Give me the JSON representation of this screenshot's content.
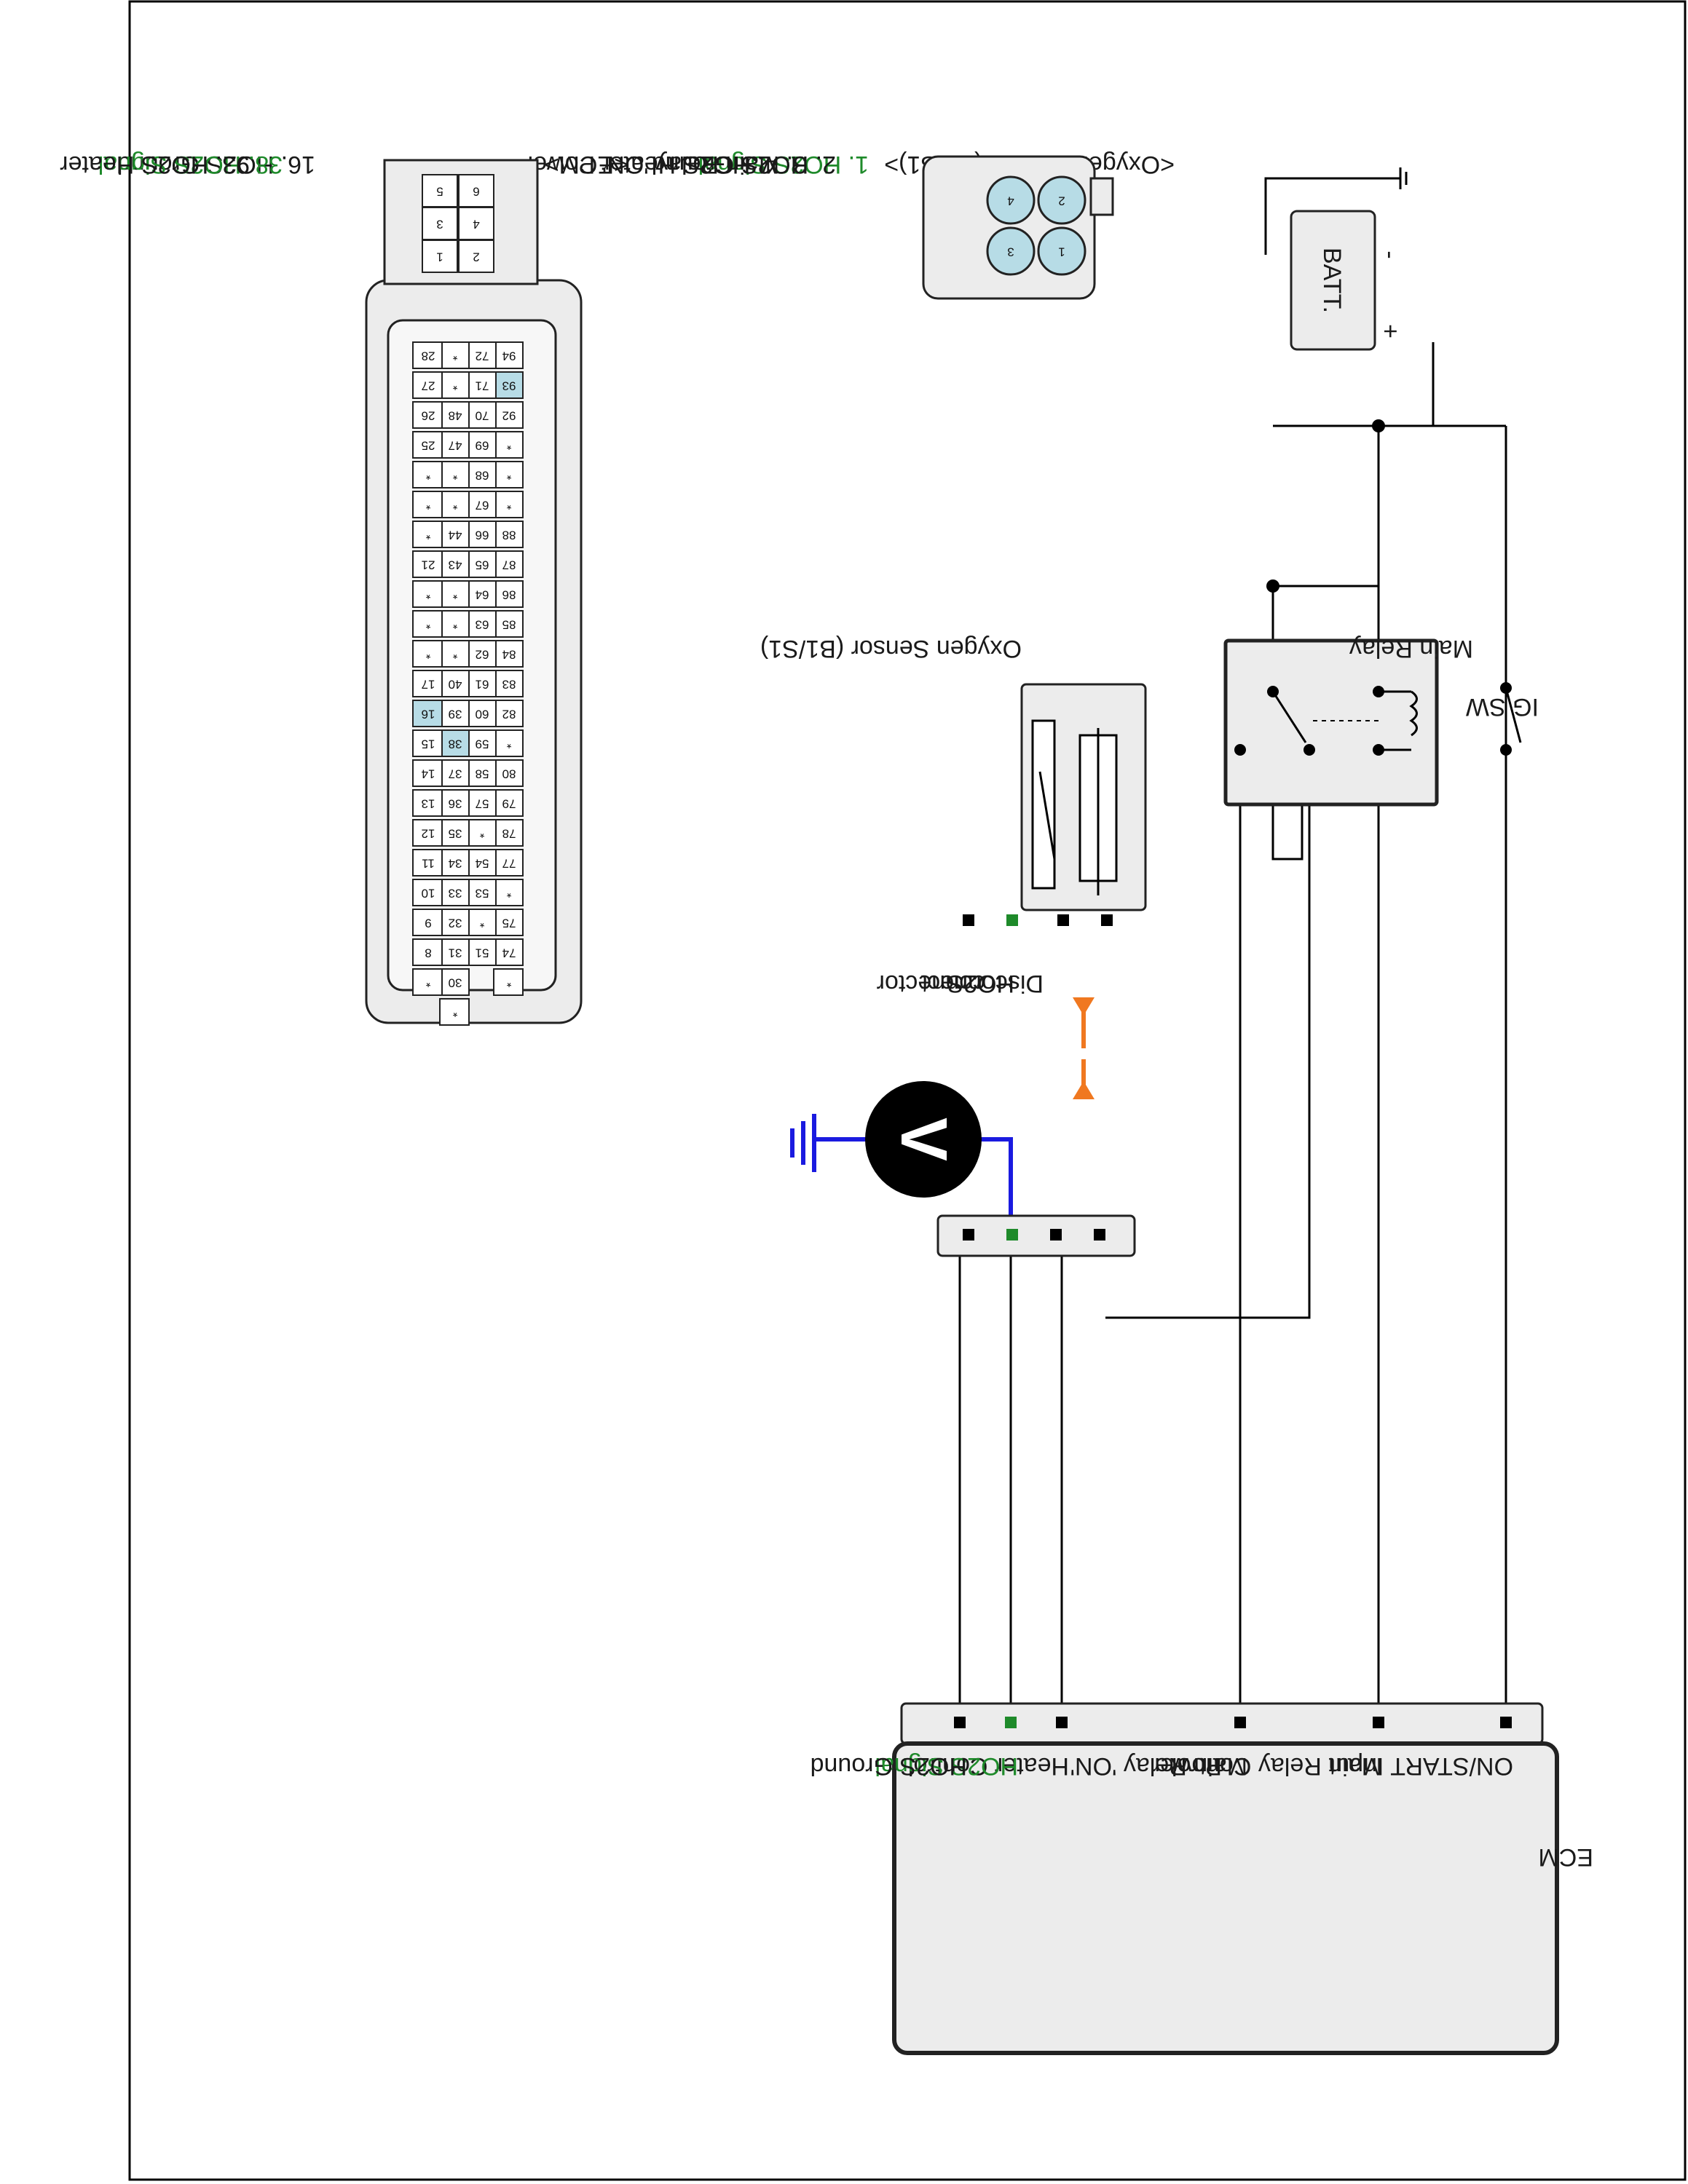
{
  "colors": {
    "signal_green": "#1e8a2a",
    "probe_blue": "#1a1ae0",
    "arrow_orange": "#f07820",
    "pin_highlight": "#b7dce6",
    "box_fill": "#ececec"
  },
  "components": {
    "ig_sw": "IG SW",
    "main_relay": "Main Relay",
    "battery": "BATT.",
    "battery_neg": "-",
    "battery_pos": "+",
    "oxygen_sensor": "Oxygen Sensor (B1/S1)",
    "voltmeter": "V",
    "disconnect_note": [
      "Disconnect",
      "HO2S",
      "connector"
    ]
  },
  "ecm_box": {
    "title": "ECM",
    "terminals": [
      "ON/START Input",
      "Main Relay Control",
      "Main Relay 'ON'",
      "Power",
      "Heater Control",
      "HO2S Signal",
      "HO2S Ground"
    ]
  },
  "connector_view": {
    "title": "<Oxygen Sensor (B1/S1)>",
    "pins": [
      "1",
      "2",
      "3",
      "4"
    ],
    "legend": [
      "1. HO2S Signal",
      "2. HO2S Ground",
      "3. Main Relay 'ON' Power",
      "4. HO2S Heater"
    ]
  },
  "ecm_view": {
    "title": "<ECM>",
    "row1": [
      "94",
      "93",
      "92",
      "*",
      "*",
      "*",
      "88",
      "87",
      "86",
      "85",
      "84",
      "83",
      "82",
      "*",
      "80",
      "79",
      "78",
      "77",
      "*",
      "75",
      "74",
      "*"
    ],
    "row2": [
      "72",
      "71",
      "70",
      "69",
      "68",
      "67",
      "66",
      "65",
      "64",
      "63",
      "62",
      "61",
      "60",
      "59",
      "58",
      "57",
      "*",
      "54",
      "53",
      "*",
      "51"
    ],
    "row3": [
      "*",
      "*",
      "48",
      "47",
      "*",
      "*",
      "44",
      "43",
      "*",
      "*",
      "*",
      "40",
      "39",
      "38",
      "37",
      "36",
      "35",
      "34",
      "33",
      "32",
      "31",
      "30",
      "*"
    ],
    "row4": [
      "28",
      "27",
      "26",
      "25",
      "*",
      "*",
      "*",
      "21",
      "*",
      "*",
      "*",
      "17",
      "16",
      "15",
      "14",
      "13",
      "12",
      "11",
      "10",
      "9",
      "8",
      "*"
    ],
    "small_block": [
      "6",
      "5",
      "4",
      "3",
      "2",
      "1"
    ],
    "highlighted": [
      "93",
      "38",
      "16"
    ],
    "legend": [
      "16. HO2S Ground",
      "38. HO2S Signal",
      "93. HO2S Heater"
    ]
  }
}
